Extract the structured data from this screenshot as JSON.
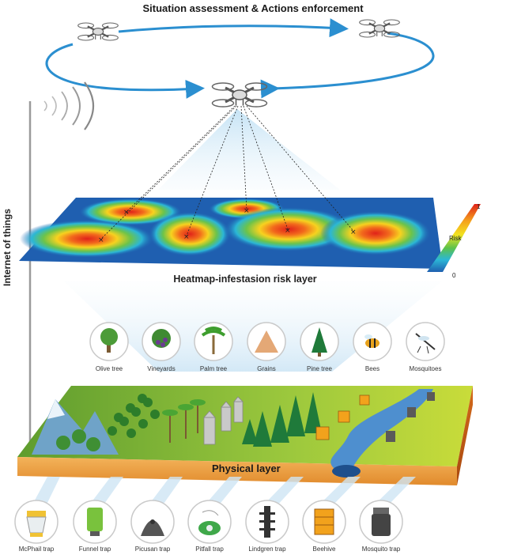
{
  "title": "Situation assessment & Actions enforcement",
  "heatmap": {
    "label": "Heatmap-infestasion risk layer",
    "risk_label": "Risk",
    "max_label": "1",
    "min_label": "0"
  },
  "sidebar": {
    "label": "Internet of things"
  },
  "physical": {
    "label": "Physical layer"
  },
  "crops": [
    {
      "label": "Olive tree",
      "icon": "olive-tree-icon"
    },
    {
      "label": "Vineyards",
      "icon": "vineyard-icon"
    },
    {
      "label": "Palm tree",
      "icon": "palm-tree-icon"
    },
    {
      "label": "Grains",
      "icon": "grains-icon"
    },
    {
      "label": "Pine tree",
      "icon": "pine-tree-icon"
    },
    {
      "label": "Bees",
      "icon": "bee-icon"
    },
    {
      "label": "Mosquitoes",
      "icon": "mosquito-icon"
    }
  ],
  "traps": [
    {
      "label": "McPhail trap",
      "icon": "mcphail-trap-icon"
    },
    {
      "label": "Funnel trap",
      "icon": "funnel-trap-icon"
    },
    {
      "label": "Picusan trap",
      "icon": "picusan-trap-icon"
    },
    {
      "label": "Pitfall trap",
      "icon": "pitfall-trap-icon"
    },
    {
      "label": "Lindgren trap",
      "icon": "lindgren-trap-icon"
    },
    {
      "label": "Beehive",
      "icon": "beehive-icon"
    },
    {
      "label": "Mosquito trap",
      "icon": "mosquito-trap-icon"
    }
  ],
  "colors": {
    "arrow": "#2b8fd0",
    "heat_base": "#1f5fb0",
    "soil": "#d9701e",
    "grass": "#8fc33a"
  }
}
